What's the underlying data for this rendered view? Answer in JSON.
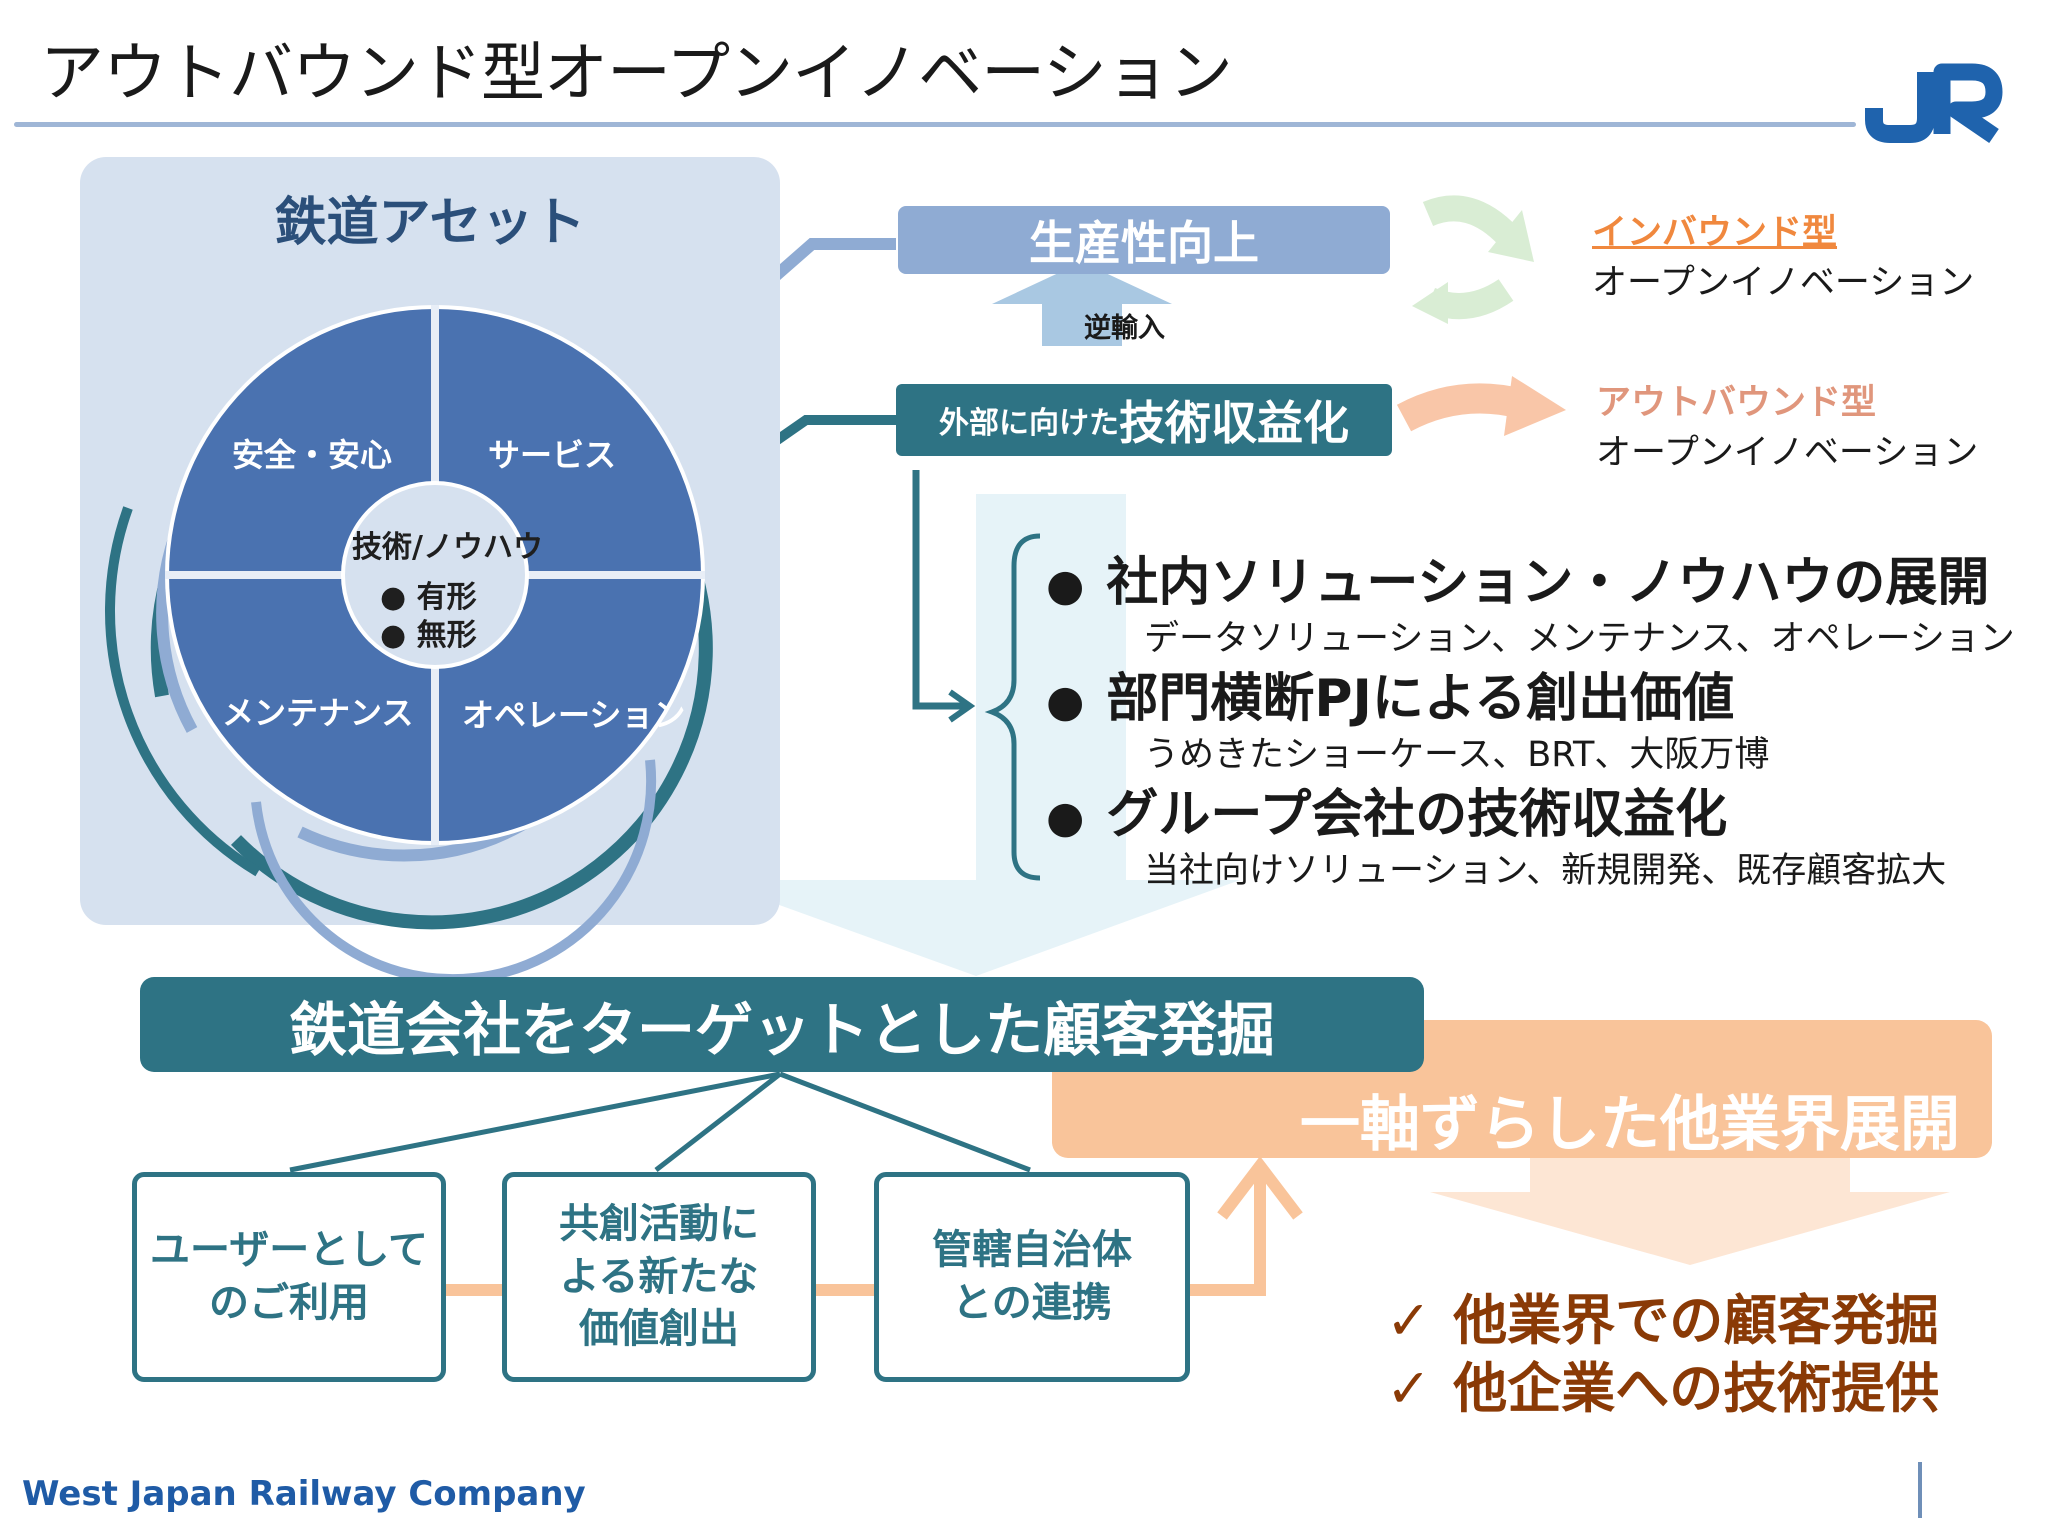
{
  "header": {
    "title": "アウトバウンド型オープンイノベーション",
    "logo_text": "JR"
  },
  "asset_panel": {
    "title": "鉄道アセット",
    "quadrants": [
      "安全・安心",
      "サービス",
      "メンテナンス",
      "オペレーション"
    ],
    "center": {
      "title": "技術/ノウハウ",
      "items": [
        "有形",
        "無形"
      ]
    }
  },
  "productivity": {
    "label": "生産性向上",
    "reverse_label": "逆輸入"
  },
  "monetization": {
    "prefix": "外部に向けた",
    "main": "技術収益化"
  },
  "inbound": {
    "type": "インバウンド型",
    "desc": "オープンイノベーション"
  },
  "outbound": {
    "type": "アウトバウンド型",
    "desc": "オープンイノベーション"
  },
  "bullets": [
    {
      "title": "社内ソリューション・ノウハウの展開",
      "sub": "データソリューション、メンテナンス、オペレーション"
    },
    {
      "title": "部門横断PJによる創出価値",
      "sub": "うめきたショーケース、BRT、大阪万博"
    },
    {
      "title": "グループ会社の技術収益化",
      "sub": "当社向けソリューション、新規開発、既存顧客拡大"
    }
  ],
  "bullet_symbol": "●",
  "banner": {
    "label": "鉄道会社をターゲットとした顧客発掘"
  },
  "orange_banner": {
    "label": "一軸ずらした他業界展開"
  },
  "boxes": [
    {
      "line1": "ユーザーとして",
      "line2": "のご利用",
      "line3": ""
    },
    {
      "line1": "共創活動に",
      "line2": "よる新たな",
      "line3": "価値創出"
    },
    {
      "line1": "管轄自治体",
      "line2": "との連携",
      "line3": ""
    }
  ],
  "checks": {
    "mark": "✓",
    "items": [
      "他業界での顧客発掘",
      "他企業への技術提供"
    ]
  },
  "footer": {
    "company": "West Japan Railway Company"
  },
  "colors": {
    "teal": "#2e7384",
    "light_blue": "#8fabd3",
    "navy": "#4a72b0",
    "orange": "#f9c49a",
    "brown": "#8a3a06",
    "inbound_orange": "#f0883e",
    "outbound_pink": "#e0967c"
  }
}
